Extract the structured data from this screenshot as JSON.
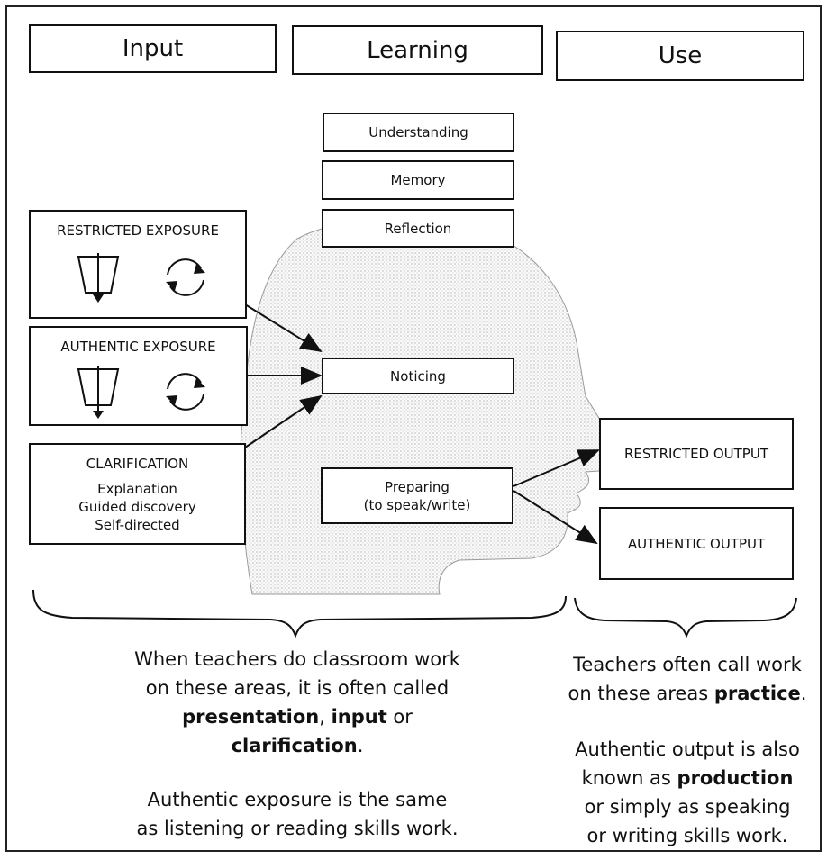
{
  "headers": {
    "input": "Input",
    "learning": "Learning",
    "use": "Use"
  },
  "learning_boxes": {
    "understanding": "Understanding",
    "memory": "Memory",
    "reflection": "Reflection",
    "noticing": "Noticing",
    "preparing_line1": "Preparing",
    "preparing_line2": "(to speak/write)"
  },
  "input_boxes": {
    "restricted": "RESTRICTED EXPOSURE",
    "authentic": "AUTHENTIC EXPOSURE",
    "clarification_title": "CLARIFICATION",
    "clarification_items": [
      "Explanation",
      "Guided discovery",
      "Self-directed"
    ]
  },
  "output_boxes": {
    "restricted": "RESTRICTED OUTPUT",
    "authentic": "AUTHENTIC OUTPUT"
  },
  "captions": {
    "left_1": "When teachers do classroom work",
    "left_2": "on these areas, it is often called",
    "left_bold_1": "presentation",
    "left_sep": ", ",
    "left_bold_2": "input",
    "left_or": " or",
    "left_bold_3": "clarification",
    "left_period": ".",
    "left_5": "Authentic exposure is the same",
    "left_6": "as listening or reading skills work.",
    "right_1": "Teachers often call work",
    "right_2a": "on these areas ",
    "right_bold_1": "practice",
    "right_period": ".",
    "right_3": "Authentic output is also",
    "right_4a": "known as ",
    "right_bold_2": "production",
    "right_5": "or simply as speaking",
    "right_6": "or writing skills work."
  },
  "colors": {
    "line": "#111111",
    "head": "#cfcfcf"
  }
}
